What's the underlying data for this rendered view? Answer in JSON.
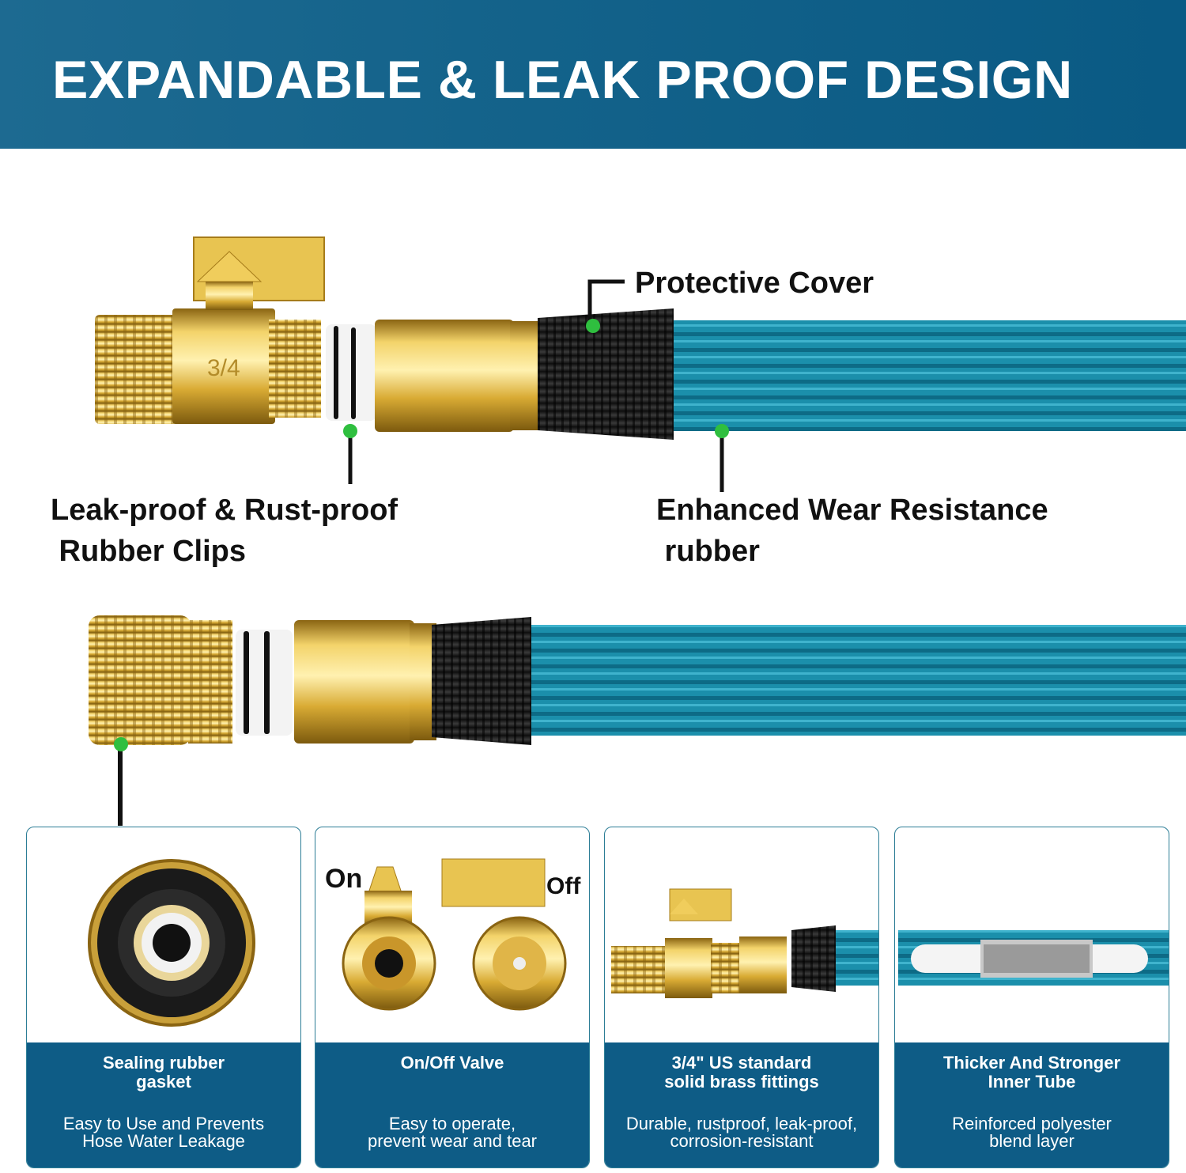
{
  "header": {
    "title": "EXPANDABLE & LEAK PROOF DESIGN"
  },
  "callouts": {
    "protective_cover": "Protective Cover",
    "leak_proof": "Leak-proof & Rust-proof\n Rubber Clips",
    "wear_resistance": "Enhanced Wear Resistance\n rubber"
  },
  "fitting": {
    "size_marking": "3/4"
  },
  "features": [
    {
      "title": "Sealing rubber\ngasket",
      "description": "Easy to Use and Prevents\nHose Water Leakage",
      "icon": "gasket-icon"
    },
    {
      "title": "On/Off Valve",
      "description": "Easy to operate,\nprevent wear and tear",
      "icon": "valve-icon",
      "on_label": "On",
      "off_label": "Off"
    },
    {
      "title": "3/4\" US standard\nsolid brass fittings",
      "description": "Durable, rustproof, leak-proof,\ncorrosion-resistant",
      "icon": "brass-fitting-icon"
    },
    {
      "title": "Thicker And Stronger\nInner Tube",
      "description": "Reinforced polyester\nblend layer",
      "icon": "inner-tube-icon"
    }
  ],
  "colors": {
    "banner": "#0e5c86",
    "hose": "#1a8aa6",
    "brass": "#d4a72c",
    "dot": "#2fbf3f"
  }
}
